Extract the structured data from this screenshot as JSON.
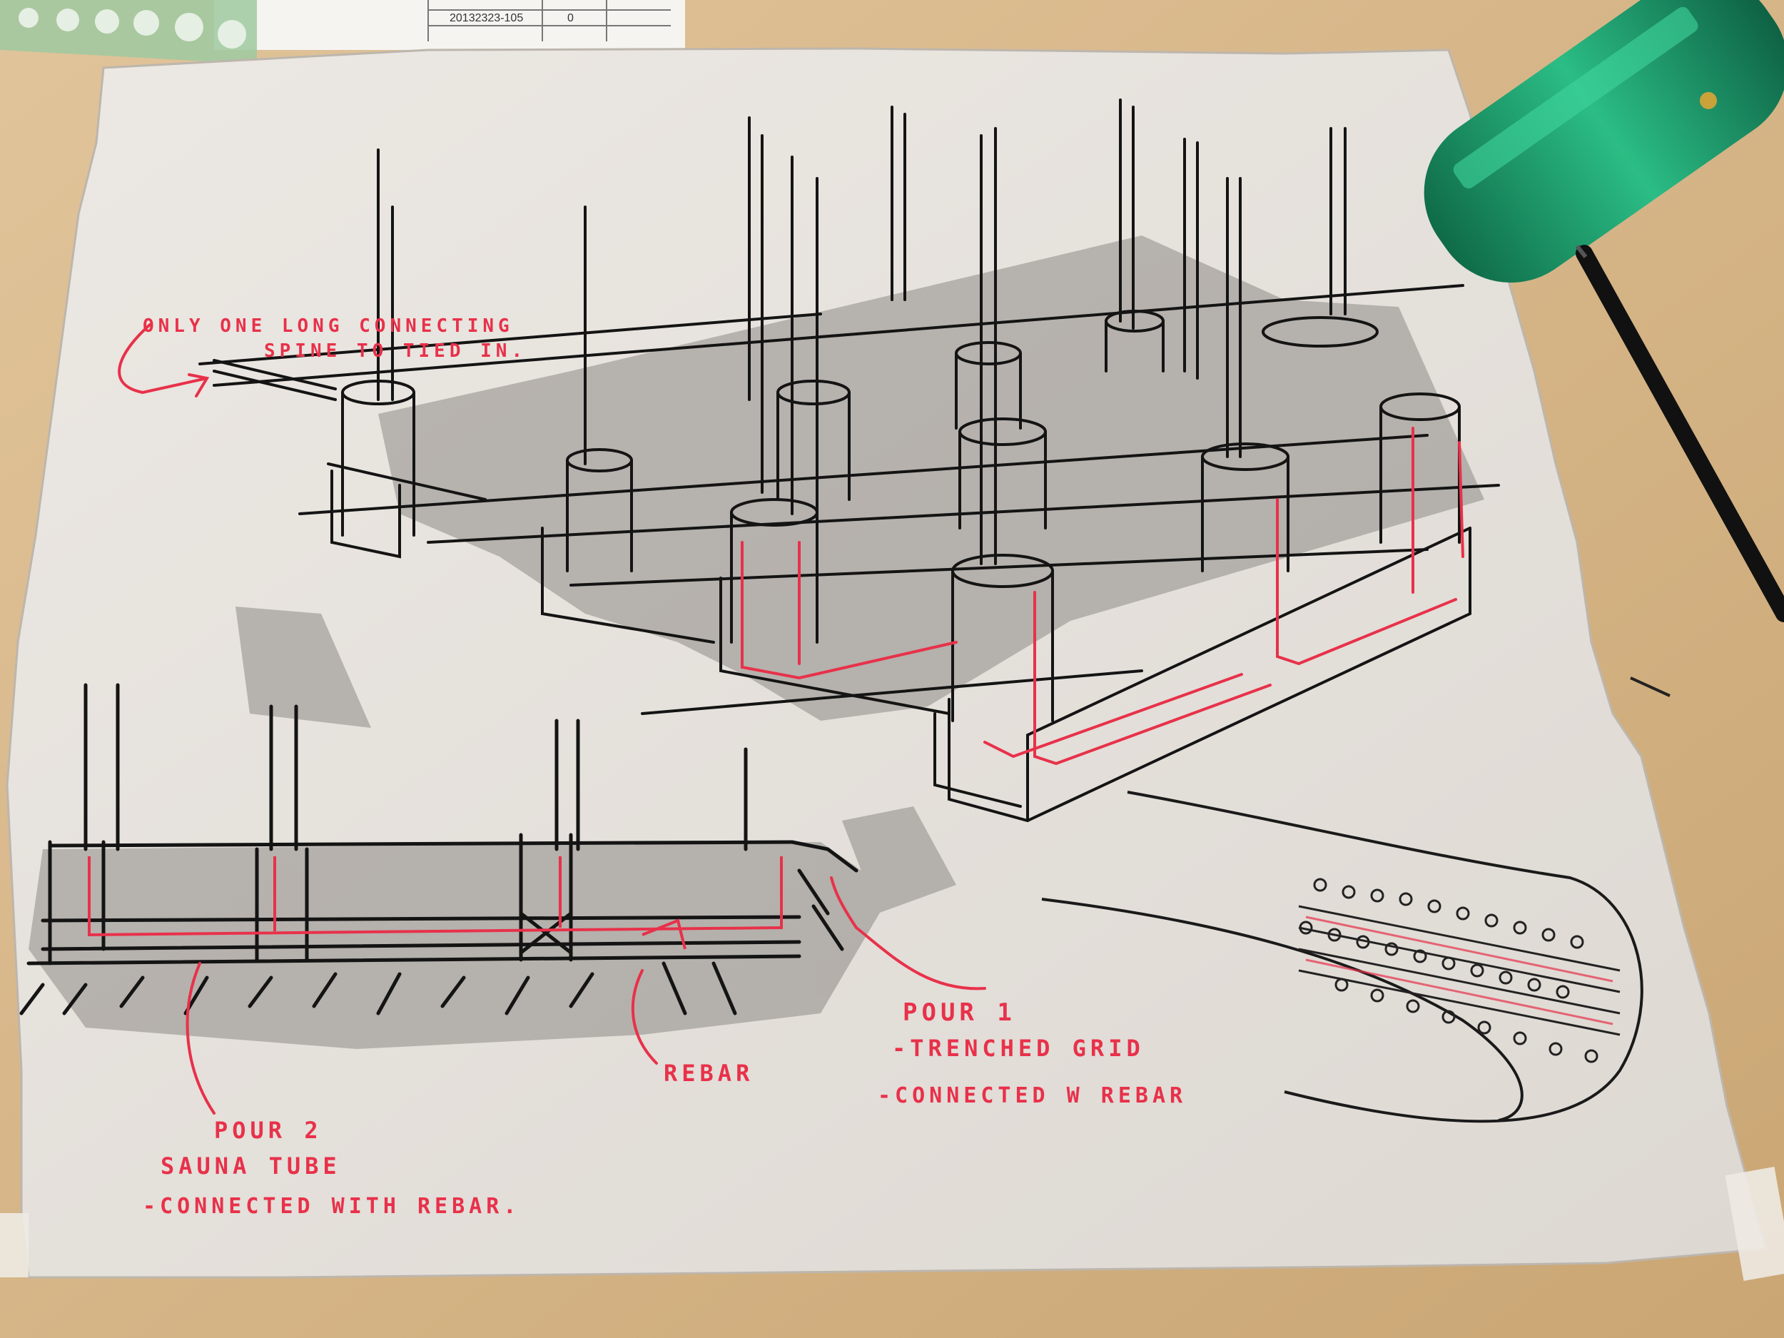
{
  "annotations": {
    "spine_line1": "ONLY ONE LONG CONNECTING",
    "spine_line2": "SPINE TO TIED IN.",
    "pour1_title": "POUR 1",
    "pour1_line1": "-TRENCHED GRID",
    "pour1_line2": "-CONNECTED W REBAR",
    "rebar": "REBAR",
    "pour2_title": "POUR 2",
    "pour2_line1": "SAUNA TUBE",
    "pour2_line2": "-CONNECTED WITH REBAR."
  },
  "title_block": {
    "row1": "20132323-105",
    "row1_value": "0"
  },
  "colors": {
    "desk": "#d7b98c",
    "paper": "#e7e2dc",
    "ink": "#141414",
    "red_ink": "#e8314a",
    "marker_shadow": "#8e8a86",
    "pencil_case": "#1f9a6a"
  },
  "icons": {
    "pen": "pen-icon",
    "pencil_case": "pencil-case-icon",
    "template": "stencil-template-icon"
  }
}
